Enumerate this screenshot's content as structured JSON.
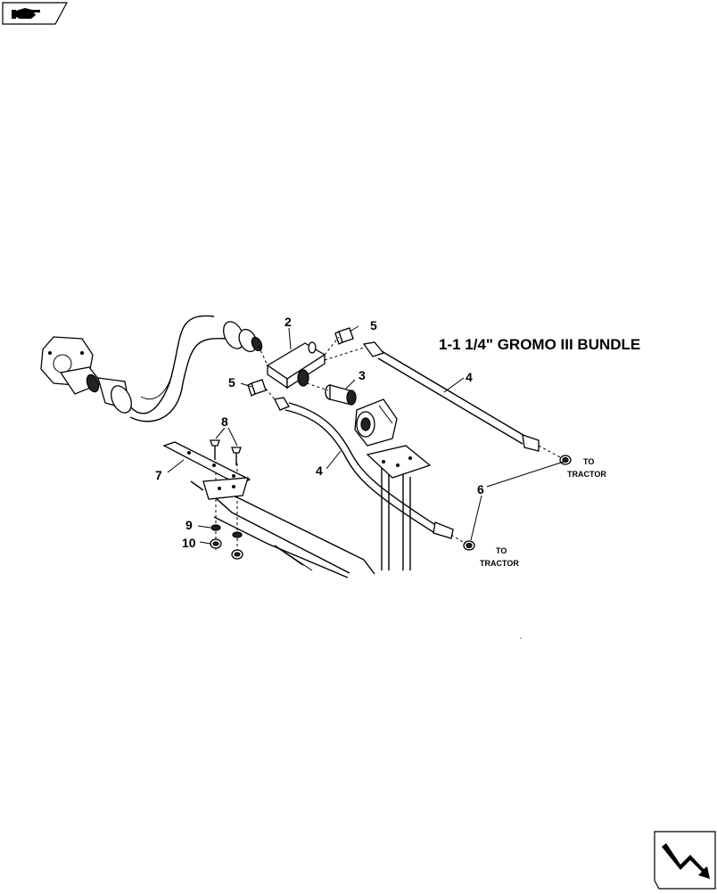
{
  "nav": {
    "prev_icon": "hand-pointing-right-icon",
    "next_icon": "zigzag-arrow-icon"
  },
  "diagram": {
    "title": "1-1 1/4\" GROMO III BUNDLE",
    "to_tractor_upper": [
      "TO",
      "TRACTOR"
    ],
    "to_tractor_lower": [
      "TO",
      "TRACTOR"
    ],
    "callouts": {
      "c2": "2",
      "c3": "3",
      "c4_upper": "4",
      "c4_lower": "4",
      "c5_upper": "5",
      "c5_lower": "5",
      "c6": "6",
      "c7": "7",
      "c8": "8",
      "c9": "9",
      "c10": "10"
    }
  }
}
